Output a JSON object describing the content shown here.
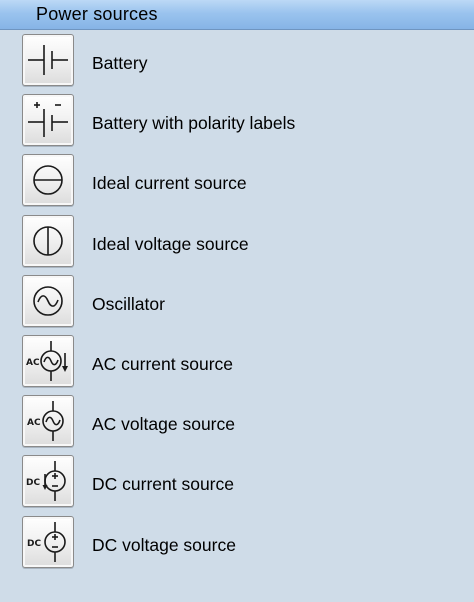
{
  "panel": {
    "title": "Power sources"
  },
  "items": [
    {
      "label": "Battery",
      "icon": "battery-icon"
    },
    {
      "label": "Battery with polarity labels",
      "icon": "battery-polarity-icon"
    },
    {
      "label": "Ideal current source",
      "icon": "ideal-current-source-icon"
    },
    {
      "label": "Ideal voltage source",
      "icon": "ideal-voltage-source-icon"
    },
    {
      "label": "Oscillator",
      "icon": "oscillator-icon"
    },
    {
      "label": "AC current source",
      "icon": "ac-current-source-icon",
      "icon_text": "AC"
    },
    {
      "label": "AC voltage source",
      "icon": "ac-voltage-source-icon",
      "icon_text": "AC"
    },
    {
      "label": "DC current source",
      "icon": "dc-current-source-icon",
      "icon_text": "DC"
    },
    {
      "label": "DC voltage source",
      "icon": "dc-voltage-source-icon",
      "icon_text": "DC"
    }
  ]
}
